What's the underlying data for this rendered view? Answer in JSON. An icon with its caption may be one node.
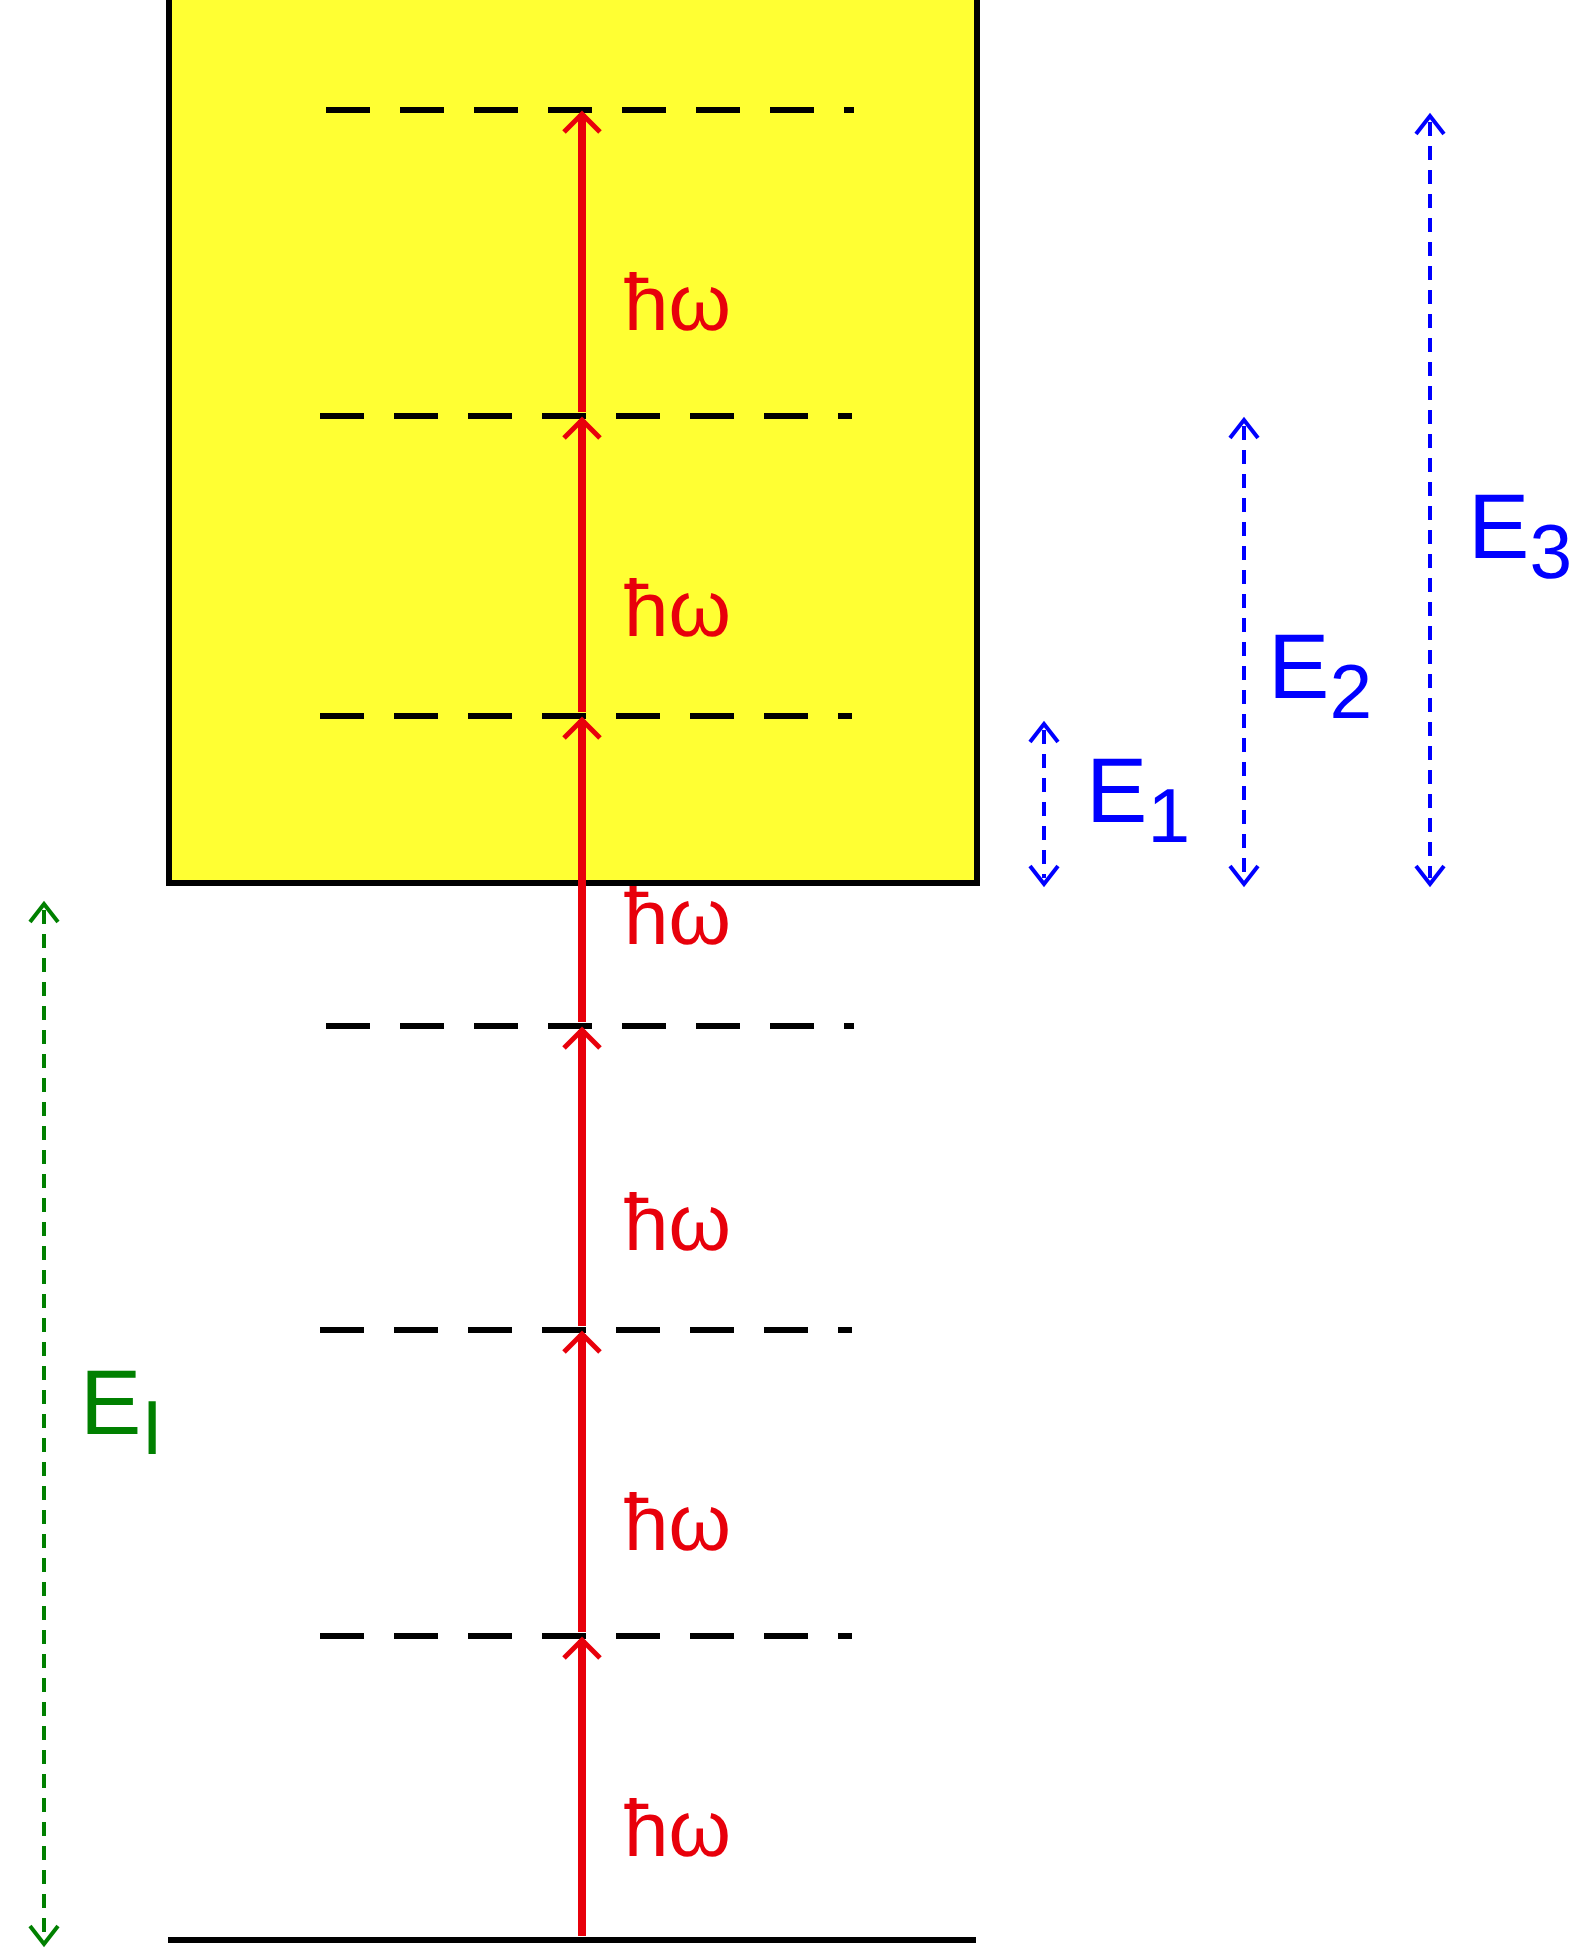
{
  "diagram": {
    "nodes": [
      {
        "text": [],
        "shape": "box"
      },
      {
        "text": [],
        "shape": "line",
        "in": 0
      },
      {
        "text": [],
        "shape": "line",
        "in": 0
      },
      {
        "text": [],
        "shape": "line",
        "in": 0
      },
      {
        "text": [],
        "shape": "line"
      },
      {
        "text": [],
        "shape": "line"
      },
      {
        "text": [],
        "shape": "line"
      },
      {
        "text": [],
        "shape": "line"
      }
    ],
    "edges": [
      {
        "from": 7,
        "to": 6,
        "arrow": "to",
        "label": "ħω"
      },
      {
        "from": 6,
        "to": 5,
        "arrow": "to",
        "label": "ħω"
      },
      {
        "from": 5,
        "to": 4,
        "arrow": "to",
        "label": "ħω"
      },
      {
        "from": 4,
        "to": 3,
        "arrow": "to",
        "label": "ħω"
      },
      {
        "from": 3,
        "to": 2,
        "arrow": "to",
        "label": "ħω"
      },
      {
        "from": 2,
        "to": 1,
        "arrow": "to",
        "label": "ħω"
      }
    ],
    "labels": [
      "E$_{3}$",
      "E$_{2}$",
      "E$_{1}$",
      "E$_{I}$"
    ]
  }
}
